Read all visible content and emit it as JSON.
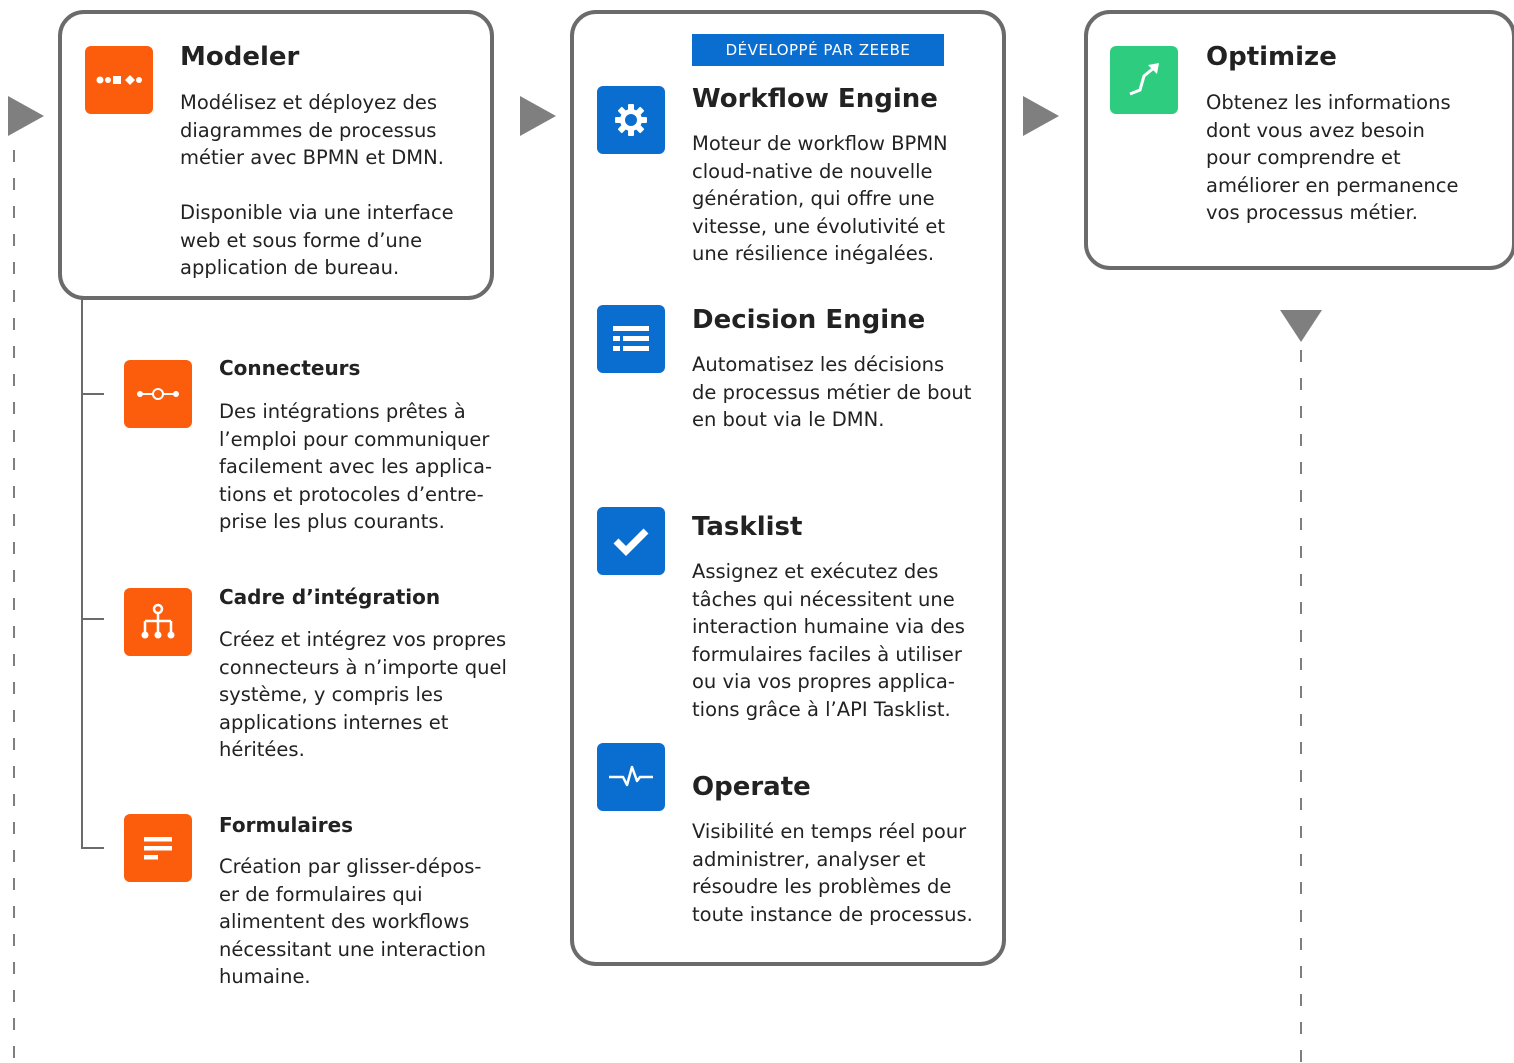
{
  "colors": {
    "border": "#6b6b6b",
    "connector": "#6b6b6b",
    "arrow": "#7f7f7f",
    "orange": "#fc5d0d",
    "blue": "#0a6ed0",
    "green": "#2dcc7e"
  },
  "modeler": {
    "icon": "modeler-icon",
    "title": "Modeler",
    "desc1": "Modélisez et déployez des\ndiagrammes de processus\nmétier avec BPMN et DMN.",
    "desc2": "Disponible via une interface\nweb et sous forme d’une\napplication de bureau."
  },
  "sub_items": [
    {
      "icon": "connector-icon",
      "title": "Connecteurs",
      "desc": "Des intégrations prêtes à\nl’emploi pour communiquer\nfacilement avec les applica-\ntions et protocoles d’entre-\nprise les plus courants."
    },
    {
      "icon": "hierarchy-icon",
      "title": "Cadre d’intégration",
      "desc": "Créez et intégrez vos propres\nconnecteurs à n’importe quel\nsystème, y compris les\napplications internes et\nhéritées."
    },
    {
      "icon": "form-icon",
      "title": "Formulaires",
      "desc": "Création par glisser-dépos-\ner de formulaires qui\nalimentent des workflows\nnécessitant une interaction\nhumaine."
    }
  ],
  "engine_card": {
    "badge": "DÉVELOPPÉ PAR ZEEBE",
    "items": [
      {
        "icon": "gear-icon",
        "title": "Workflow Engine",
        "desc": "Moteur de workflow BPMN\ncloud-native de nouvelle\ngénération, qui offre une\nvitesse, une évolutivité et\nune résilience inégalées."
      },
      {
        "icon": "list-icon",
        "title": "Decision Engine",
        "desc": "Automatisez les décisions\nde processus métier de bout\nen bout via le DMN."
      },
      {
        "icon": "checkmark-icon",
        "title": "Tasklist",
        "desc": "Assignez et exécutez des\ntâches qui nécessitent une\ninteraction humaine via des\nformulaires faciles à utiliser\nou via vos propres applica-\ntions grâce à l’API Tasklist."
      },
      {
        "icon": "pulse-icon",
        "title": "Operate",
        "desc": "Visibilité en temps réel pour\nadministrer, analyser et\nrésoudre les problèmes de\ntoute instance de processus."
      }
    ]
  },
  "optimize": {
    "icon": "chart-arrow-icon",
    "title": "Optimize",
    "desc": "Obtenez les informations\ndont vous avez besoin\npour comprendre et\naméliorer en permanence\nvos processus métier."
  }
}
